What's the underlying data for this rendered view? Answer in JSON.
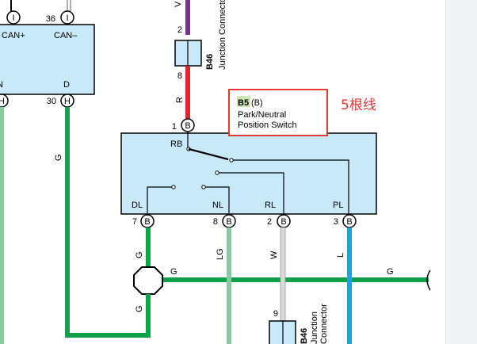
{
  "left_ecu": {
    "pin_a_number": "",
    "pin_a_letter": "I",
    "pin_b_number": "36",
    "pin_b_letter": "I",
    "can_plus_label": "CAN+",
    "can_minus_label": "CAN–",
    "n_label": "N",
    "d_label": "D",
    "pin_c_letter": "H",
    "pin_d_number": "30",
    "pin_d_letter": "H",
    "wire_g_left": "G"
  },
  "junction_connector_top": {
    "v_label": "V",
    "code": "B46",
    "name": "Junction Connector",
    "pin_in": "2",
    "pin_out": "8",
    "wire_r": "R"
  },
  "park_neutral_switch": {
    "pin1_number": "1",
    "pin1_letter": "B",
    "code": "B5",
    "code_suffix": "(B)",
    "name_line1": "Park/Neutral",
    "name_line2": "Position Switch",
    "rb_label": "RB",
    "dl_label": "DL",
    "nl_label": "NL",
    "rl_label": "RL",
    "pl_label": "PL",
    "pin7_number": "7",
    "pin7_letter": "B",
    "pin8_number": "8",
    "pin8_letter": "B",
    "pin2_number": "2",
    "pin2_letter": "B",
    "pin3_number": "3",
    "pin3_letter": "B"
  },
  "annotation": {
    "text": "5根线",
    "color": "#e53935"
  },
  "wires": {
    "g_dl": "G",
    "lg_nl": "LG",
    "w_rl": "W",
    "l_pl": "L",
    "g_horizontal_left": "G",
    "g_horizontal_right": "G",
    "g_bottom": "G"
  },
  "junction_connector_bottom": {
    "pin": "9",
    "code": "B46",
    "name_line1": "Junction",
    "name_line2": "Connector"
  },
  "colors": {
    "green": "#0da14b",
    "light_green": "#88c9a1",
    "red": "#e0262b",
    "violet": "#7b2f8e",
    "blue": "#1aa3e0",
    "white_wire": "#d9d9d9",
    "box_fill": "#c8e9f8"
  }
}
